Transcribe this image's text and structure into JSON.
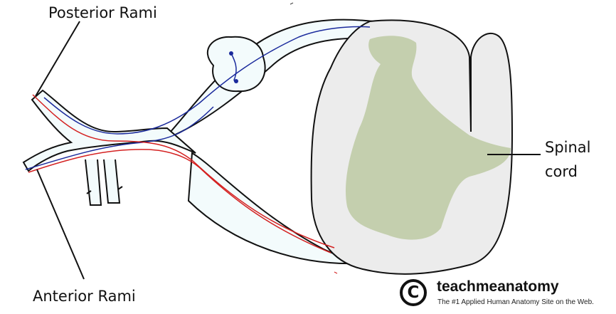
{
  "labels": {
    "posterior_rami": "Posterior Rami",
    "anterior_rami": "Anterior Rami",
    "spinal_cord": [
      "Spinal",
      "cord"
    ]
  },
  "logo": {
    "brand": "teachmeanatomy",
    "tagline": "The #1 Applied Human Anatomy Site on the Web.",
    "icon": "copyright-icon"
  },
  "colors": {
    "nerve_fill": "#f3fbfc",
    "outline": "#111111",
    "grey_matter": "#c4cfae",
    "white_matter": "#ececec",
    "motor_fiber": "#d42020",
    "sensory_fiber": "#1a2a9c"
  }
}
